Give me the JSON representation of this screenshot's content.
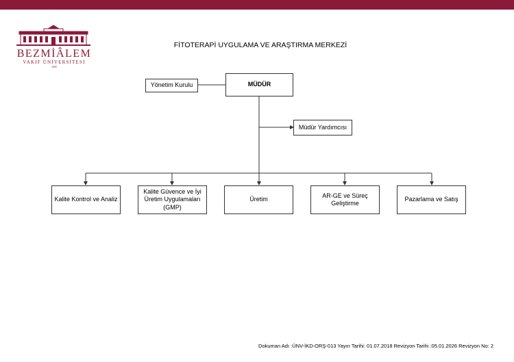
{
  "logo": {
    "name": "BEZMİÂLEM",
    "subtitle": "VAKIF ÜNİVERSİTESİ",
    "year": "1845"
  },
  "title": "FİTOTERAPİ UYGULAMA VE ARAŞTIRMA MERKEZİ",
  "nodes": {
    "mudur": "MÜDÜR",
    "yonetim_kurulu": "Yönetim Kurulu",
    "mudur_yardimcisi": "Müdür Yardımcısı",
    "kalite_kontrol": "Kalite Kontrol ve Analiz",
    "kalite_guvence": "Kalite Güvence ve İyi Üretim Uygulamaları (GMP)",
    "uretim": "Üretim",
    "arge": "AR-GE ve Süreç Geliştirme",
    "pazarlama": "Pazarlama ve Satış"
  },
  "footer": "Dokuman Adı :ÜNV-İKD-ORŞ-013 Yayın Tarihi: 01.07.2018 Revizyon Tarihi :05.01.2026 Revizyon No: 2",
  "colors": {
    "brand": "#8b1a3a",
    "line": "#333333"
  }
}
